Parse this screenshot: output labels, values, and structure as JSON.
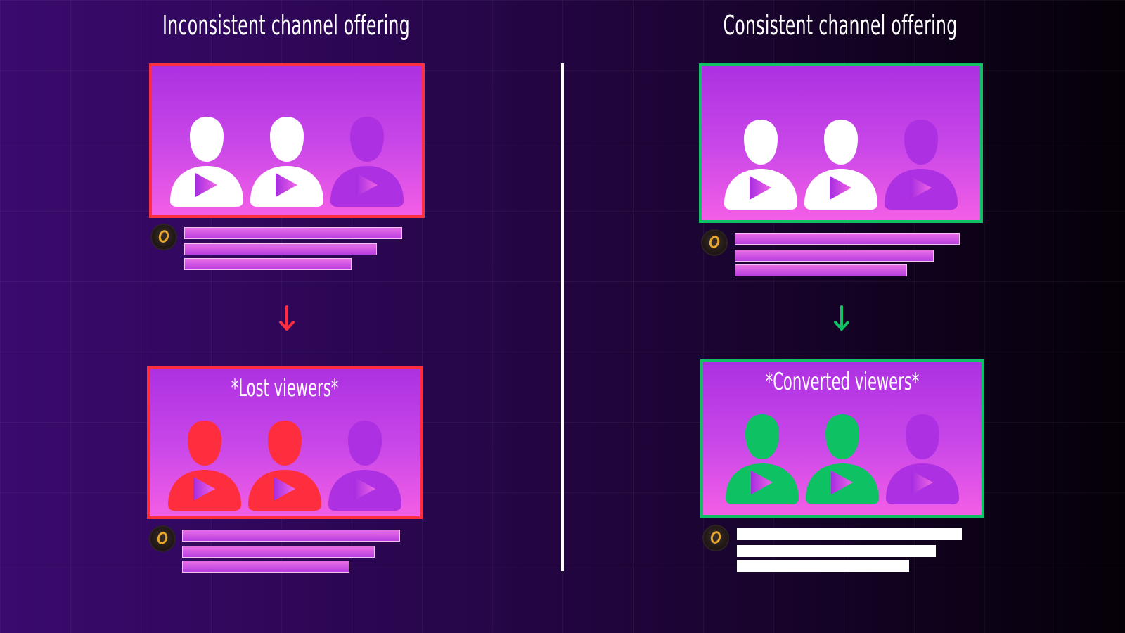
{
  "left": {
    "heading": "Inconsistent channel offering",
    "outcome_caption": "*Lost viewers*",
    "status_color": "#ff2e3f"
  },
  "right": {
    "heading": "Consistent channel offering",
    "outcome_caption": "*Converted viewers*",
    "status_color": "#0ec264"
  },
  "colors": {
    "background": "#2a0650",
    "card_top": "#ad31e2",
    "card_bottom": "#f35ee6",
    "person_active": "#ffffff",
    "person_inactive": "#ad31e2",
    "lost": "#ff2e3f",
    "converted": "#0ec264",
    "divider": "#ffffff"
  },
  "icons": {
    "viewer": "person-with-play-button-icon",
    "channel_logo": "gold-ring-channel-logo",
    "arrow": "arrow-down-icon"
  }
}
